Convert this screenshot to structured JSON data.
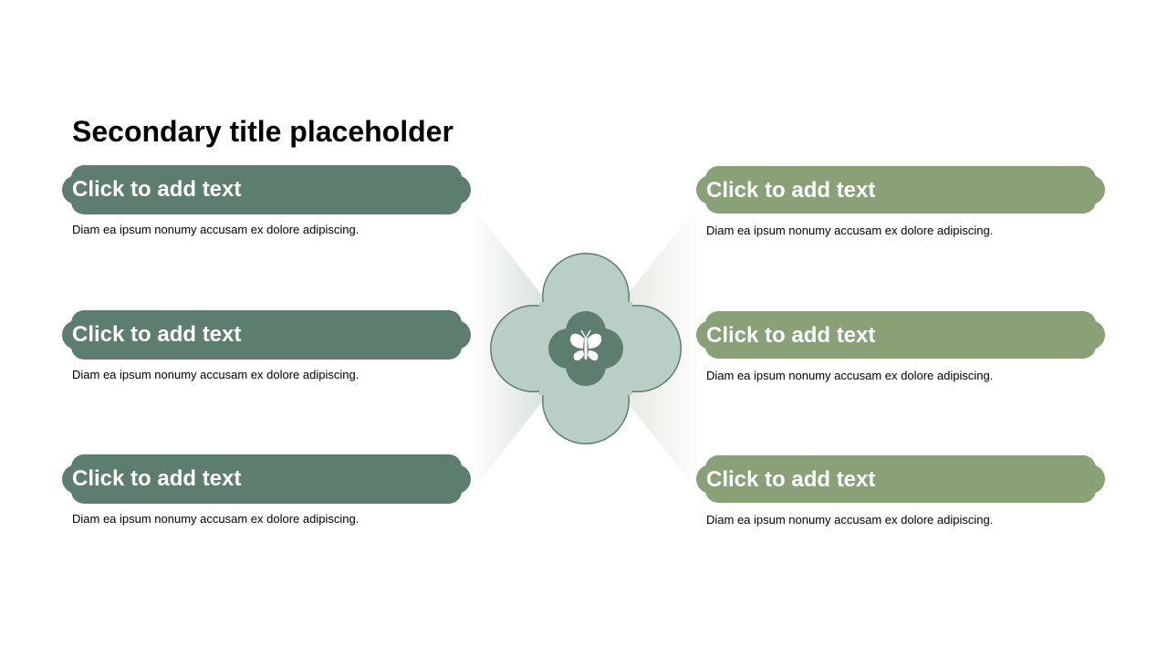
{
  "title": "Secondary title placeholder",
  "colors": {
    "left_accent": "#5d7e6e",
    "right_accent": "#8aa178",
    "center_fill": "#b9cfc5",
    "center_stroke": "#5d7e6e",
    "icon_fill": "#ffffff"
  },
  "center": {
    "icon": "butterfly-icon"
  },
  "left_items": [
    {
      "label": "Click to add text",
      "description": "Diam ea ipsum nonumy accusam ex dolore adipiscing."
    },
    {
      "label": "Click to add text",
      "description": "Diam ea ipsum nonumy accusam ex dolore adipiscing."
    },
    {
      "label": "Click to add text",
      "description": "Diam ea ipsum nonumy accusam ex dolore adipiscing."
    }
  ],
  "right_items": [
    {
      "label": "Click to add text",
      "description": "Diam ea ipsum nonumy accusam ex dolore adipiscing."
    },
    {
      "label": "Click to add text",
      "description": "Diam ea ipsum nonumy accusam ex dolore adipiscing."
    },
    {
      "label": "Click to add text",
      "description": "Diam ea ipsum nonumy accusam ex dolore adipiscing."
    }
  ]
}
